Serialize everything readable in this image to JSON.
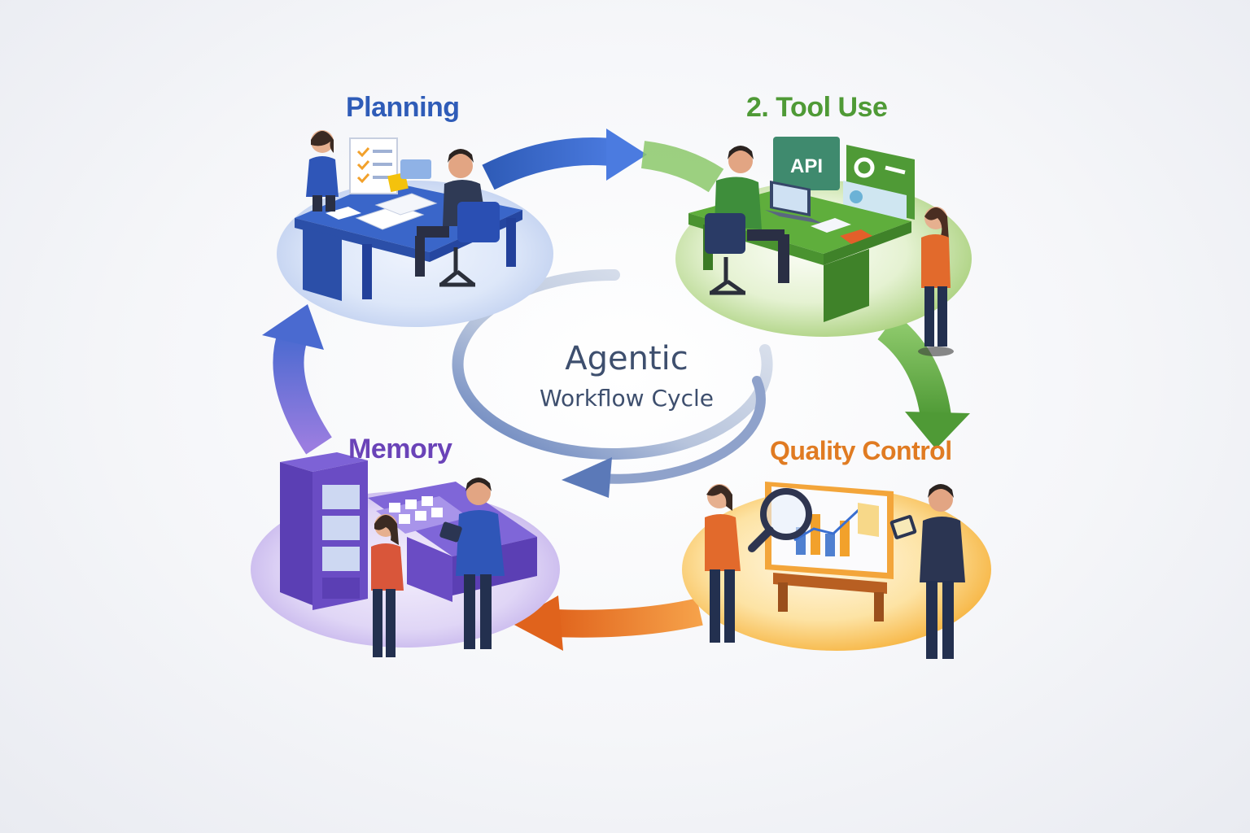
{
  "center": {
    "line1": "Agentic",
    "line2": "Workflow Cycle",
    "color": "#3e4f6e"
  },
  "stages": [
    {
      "id": "planning",
      "label": "Planning",
      "color": "#2f5cb8"
    },
    {
      "id": "tool-use",
      "label": "2. Tool Use",
      "color": "#4f9a36"
    },
    {
      "id": "quality-control",
      "label": "Quality Control",
      "color": "#e07b22"
    },
    {
      "id": "memory",
      "label": "Memory",
      "color": "#6a43b8"
    }
  ],
  "icons": {
    "api_screen": "API"
  }
}
